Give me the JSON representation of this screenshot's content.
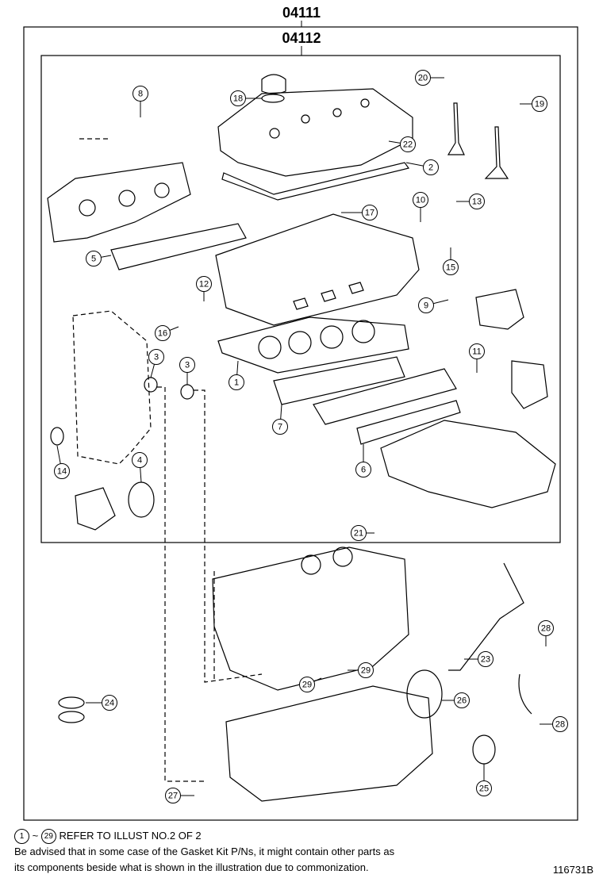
{
  "kit_outer_code": "04111",
  "kit_inner_code": "04112",
  "parts": [
    {
      "id": "p1",
      "label": "1"
    },
    {
      "id": "p2",
      "label": "2"
    },
    {
      "id": "p3a",
      "label": "3"
    },
    {
      "id": "p3b",
      "label": "3"
    },
    {
      "id": "p4",
      "label": "4"
    },
    {
      "id": "p5",
      "label": "5"
    },
    {
      "id": "p6",
      "label": "6"
    },
    {
      "id": "p7",
      "label": "7"
    },
    {
      "id": "p8",
      "label": "8"
    },
    {
      "id": "p9",
      "label": "9"
    },
    {
      "id": "p10",
      "label": "10"
    },
    {
      "id": "p11",
      "label": "11"
    },
    {
      "id": "p12",
      "label": "12"
    },
    {
      "id": "p13",
      "label": "13"
    },
    {
      "id": "p14",
      "label": "14"
    },
    {
      "id": "p15",
      "label": "15"
    },
    {
      "id": "p16",
      "label": "16"
    },
    {
      "id": "p17",
      "label": "17"
    },
    {
      "id": "p18",
      "label": "18"
    },
    {
      "id": "p19",
      "label": "19"
    },
    {
      "id": "p20",
      "label": "20"
    },
    {
      "id": "p21",
      "label": "21"
    },
    {
      "id": "p22",
      "label": "22"
    },
    {
      "id": "p23",
      "label": "23"
    },
    {
      "id": "p24",
      "label": "24"
    },
    {
      "id": "p25",
      "label": "25"
    },
    {
      "id": "p26",
      "label": "26"
    },
    {
      "id": "p27",
      "label": "27"
    },
    {
      "id": "p28a",
      "label": "28"
    },
    {
      "id": "p28b",
      "label": "28"
    },
    {
      "id": "p29a",
      "label": "29"
    },
    {
      "id": "p29b",
      "label": "29"
    }
  ],
  "footer": {
    "range_start": "1",
    "range_sep": "~",
    "range_end": "29",
    "refer_text": "REFER TO ILLUST NO.2 OF 2",
    "advice_line1": "Be advised that in some case of the Gasket Kit P/Ns,  it might contain other parts as",
    "advice_line2": "its components beside what is shown in the illustration due to commonization."
  },
  "illustration_ref": "116731B"
}
